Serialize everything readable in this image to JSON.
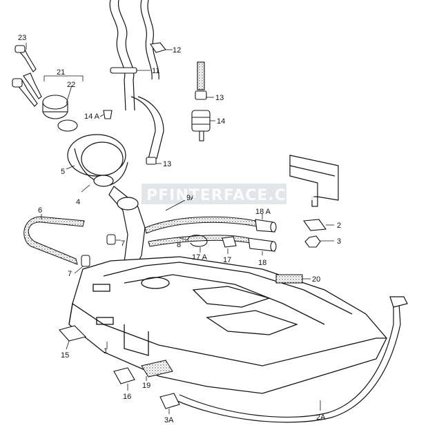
{
  "watermark": "PFINTERFACE.COM",
  "callouts": {
    "c1": "1",
    "c2": "2",
    "c2A": "2A",
    "c3": "3",
    "c3A": "3A",
    "c4": "4",
    "c5": "5",
    "c6": "6",
    "c7a": "7",
    "c7b": "7",
    "c8": "8",
    "c9A": "9A",
    "c11": "11",
    "c12": "12",
    "c13a": "13",
    "c13b": "13",
    "c14": "14",
    "c14A": "14 A",
    "c15": "15",
    "c16": "16",
    "c17": "17",
    "c17A": "17 A",
    "c18": "18",
    "c18A": "18 A",
    "c19": "19",
    "c20": "20",
    "c21": "21",
    "c22": "22",
    "c23": "23"
  }
}
